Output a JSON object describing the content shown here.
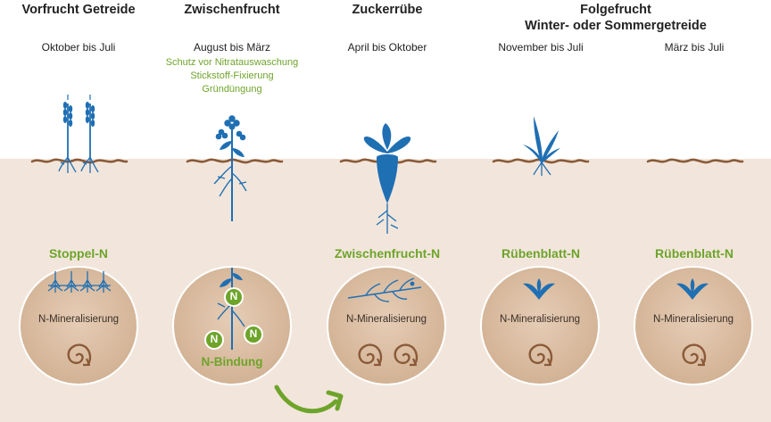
{
  "stages": [
    {
      "title": "Vorfrucht Getreide",
      "period": "Oktober bis Juli",
      "n_source": "Stoppel-N",
      "circle_label": "N-Mineralisierung"
    },
    {
      "title": "Zwischenfrucht",
      "period": "August bis März",
      "benefits": [
        "Schutz vor Nitratauswaschung",
        "Stickstoff-Fixierung",
        "Gründüngung"
      ],
      "circle_label": "N-Bindung",
      "n_badge": "N"
    },
    {
      "title": "Zuckerrübe",
      "period": "April bis Oktober",
      "n_source": "Zwischenfrucht-N",
      "circle_label": "N-Mineralisierung"
    },
    {
      "title_line1": "Folgefrucht",
      "title_line2": "Winter- oder Sommergetreide",
      "period": "November bis Juli",
      "n_source": "Rübenblatt-N",
      "circle_label": "N-Mineralisierung"
    },
    {
      "period": "März bis Juli",
      "n_source": "Rübenblatt-N",
      "circle_label": "N-Mineralisierung"
    }
  ],
  "colors": {
    "blue": "#1f6fb3",
    "green": "#6ea42a",
    "soil": "#f2e6dc",
    "circle": "#dcc0a6",
    "brown": "#8a5a38"
  }
}
